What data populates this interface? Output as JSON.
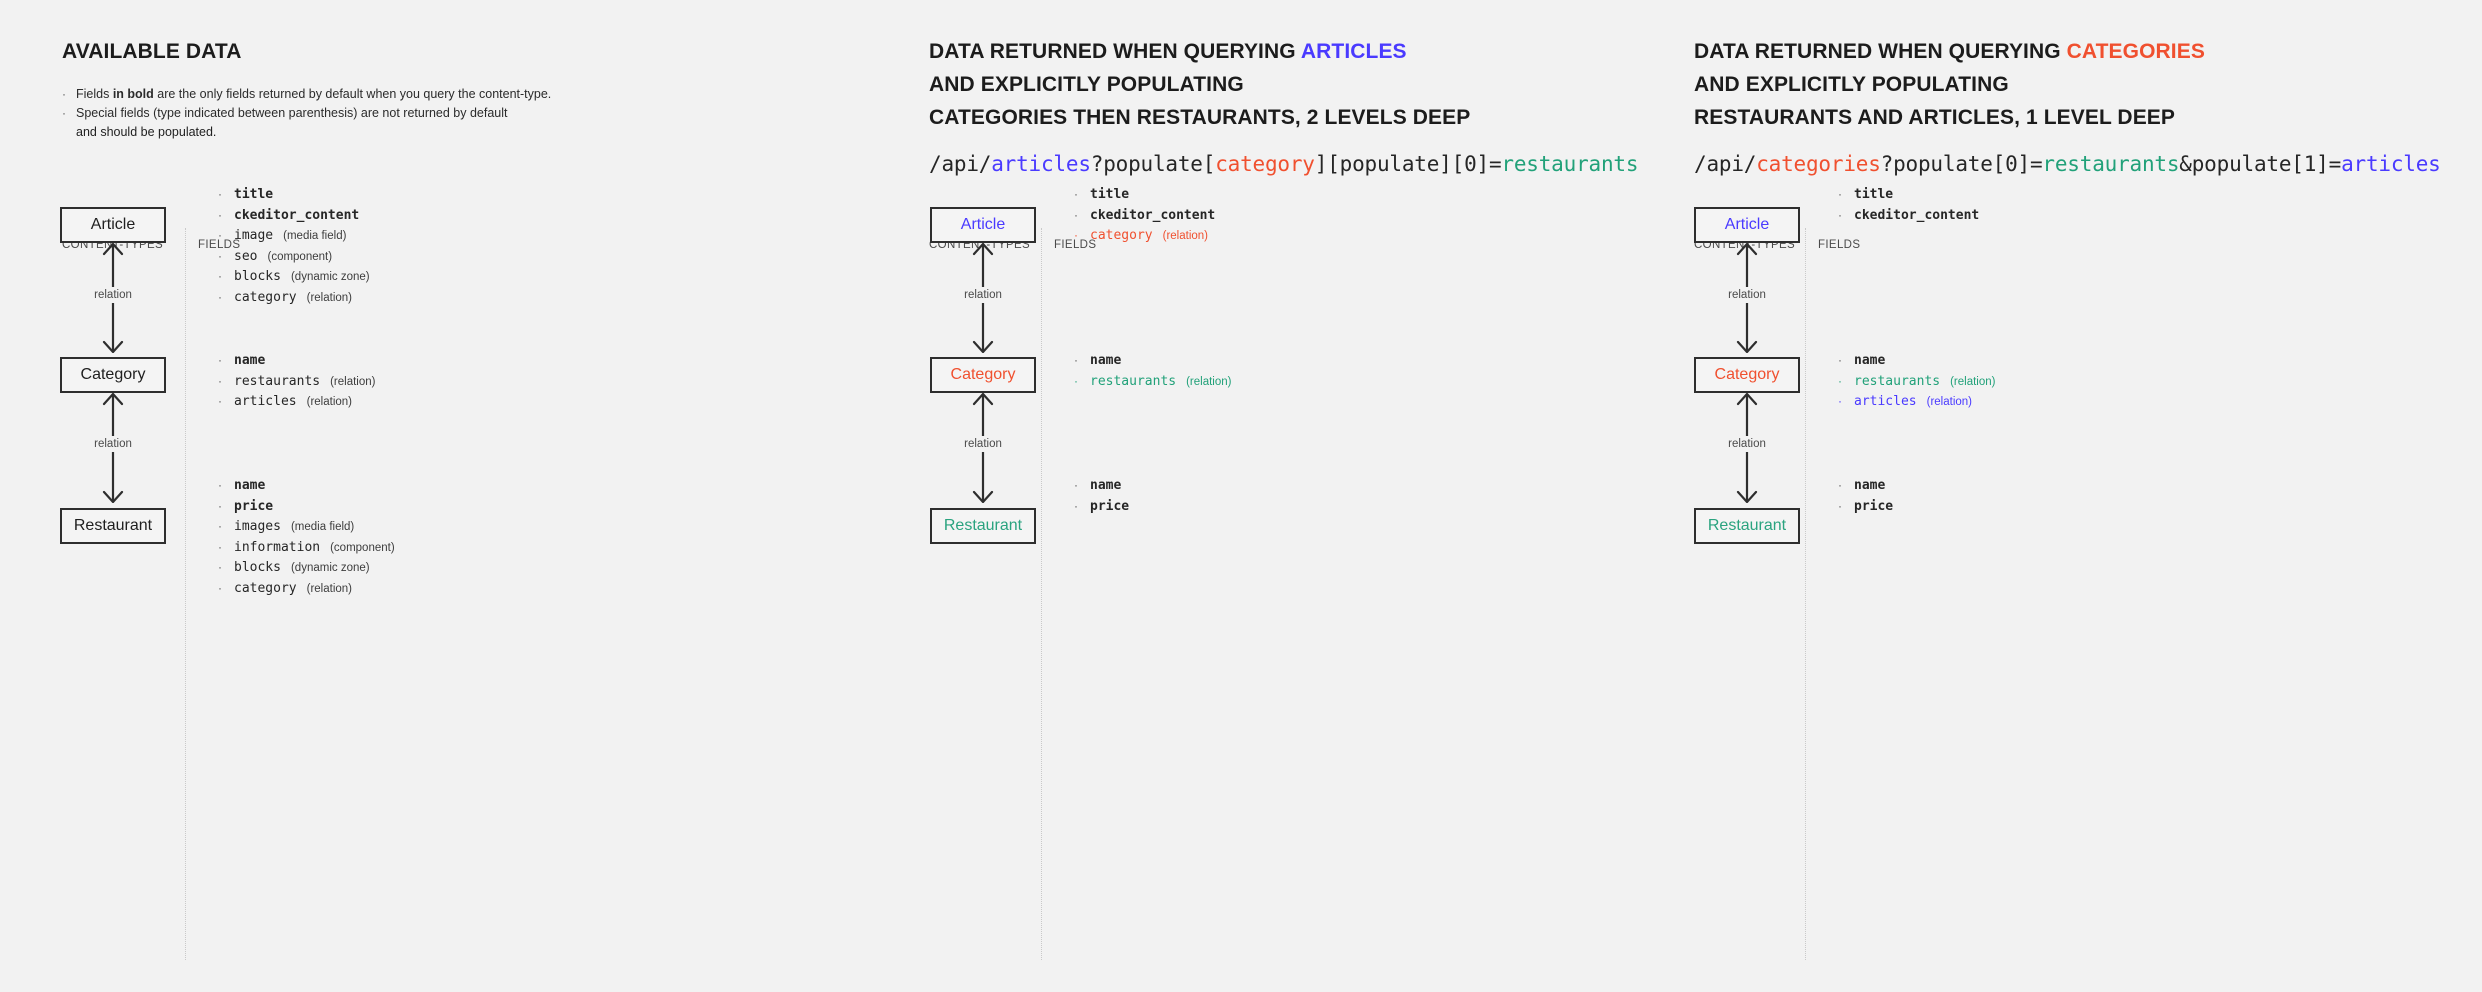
{
  "colors": {
    "background": "#f2f2f2",
    "blue": "#4a3aff",
    "red": "#f0502f",
    "teal": "#21a179",
    "ink": "#1f1f1f"
  },
  "panels": [
    {
      "id": "available-data",
      "heading": {
        "lines": [
          {
            "plain": "AVAILABLE DATA",
            "accent": "",
            "accent_color": ""
          }
        ]
      },
      "notes": [
        {
          "lead": "Fields ",
          "bold": "in bold",
          "tail": " are the only fields returned by default when you query the content-type."
        },
        {
          "lead": "Special fields (type indicated between parenthesis) are not returned by default",
          "bold": "",
          "tail": ""
        }
      ],
      "note_continuation": "and should be populated.",
      "api_url": null,
      "captions": {
        "content_types": "CONTENT-TYPES",
        "fields": "FIELDS"
      },
      "nodes": [
        {
          "label": "Article",
          "color": "ink"
        },
        {
          "label": "Category",
          "color": "ink"
        },
        {
          "label": "Restaurant",
          "color": "ink"
        }
      ],
      "edges": [
        {
          "label": "relation"
        },
        {
          "label": "relation"
        }
      ],
      "field_groups": [
        {
          "for": "Article",
          "fields": [
            {
              "name": "title",
              "type": "",
              "bold": true,
              "color": ""
            },
            {
              "name": "ckeditor_content",
              "type": "",
              "bold": true,
              "color": ""
            },
            {
              "name": "image",
              "type": "(media field)",
              "bold": false,
              "color": ""
            },
            {
              "name": "seo",
              "type": "(component)",
              "bold": false,
              "color": ""
            },
            {
              "name": "blocks",
              "type": "(dynamic zone)",
              "bold": false,
              "color": ""
            },
            {
              "name": "category",
              "type": "(relation)",
              "bold": false,
              "color": ""
            }
          ]
        },
        {
          "for": "Category",
          "fields": [
            {
              "name": "name",
              "type": "",
              "bold": true,
              "color": ""
            },
            {
              "name": "restaurants",
              "type": "(relation)",
              "bold": false,
              "color": ""
            },
            {
              "name": "articles",
              "type": "(relation)",
              "bold": false,
              "color": ""
            }
          ]
        },
        {
          "for": "Restaurant",
          "fields": [
            {
              "name": "name",
              "type": "",
              "bold": true,
              "color": ""
            },
            {
              "name": "price",
              "type": "",
              "bold": true,
              "color": ""
            },
            {
              "name": "images",
              "type": "(media field)",
              "bold": false,
              "color": ""
            },
            {
              "name": "information",
              "type": "(component)",
              "bold": false,
              "color": ""
            },
            {
              "name": "blocks",
              "type": "(dynamic zone)",
              "bold": false,
              "color": ""
            },
            {
              "name": "category",
              "type": "(relation)",
              "bold": false,
              "color": ""
            }
          ]
        }
      ]
    },
    {
      "id": "query-articles",
      "heading": {
        "lines": [
          {
            "plain": "DATA RETURNED WHEN QUERYING ",
            "accent": "ARTICLES",
            "accent_color": "blue"
          },
          {
            "plain": "AND EXPLICITLY POPULATING",
            "accent": "",
            "accent_color": ""
          },
          {
            "plain": "CATEGORIES THEN RESTAURANTS, 2 LEVELS DEEP",
            "accent": "",
            "accent_color": ""
          }
        ]
      },
      "notes": [],
      "note_continuation": "",
      "api_url": [
        {
          "text": "/api/",
          "color": ""
        },
        {
          "text": "articles",
          "color": "blue"
        },
        {
          "text": "?populate[",
          "color": ""
        },
        {
          "text": "category",
          "color": "red"
        },
        {
          "text": "][populate][0]=",
          "color": ""
        },
        {
          "text": "restaurants",
          "color": "teal"
        }
      ],
      "captions": {
        "content_types": "CONTENT-TYPES",
        "fields": "FIELDS"
      },
      "nodes": [
        {
          "label": "Article",
          "color": "blue"
        },
        {
          "label": "Category",
          "color": "red"
        },
        {
          "label": "Restaurant",
          "color": "teal"
        }
      ],
      "edges": [
        {
          "label": "relation"
        },
        {
          "label": "relation"
        }
      ],
      "field_groups": [
        {
          "for": "Article",
          "fields": [
            {
              "name": "title",
              "type": "",
              "bold": true,
              "color": ""
            },
            {
              "name": "ckeditor_content",
              "type": "",
              "bold": true,
              "color": ""
            },
            {
              "name": "category",
              "type": "(relation)",
              "bold": false,
              "color": "red"
            }
          ]
        },
        {
          "for": "Category",
          "fields": [
            {
              "name": "name",
              "type": "",
              "bold": true,
              "color": ""
            },
            {
              "name": "restaurants",
              "type": "(relation)",
              "bold": false,
              "color": "teal"
            }
          ]
        },
        {
          "for": "Restaurant",
          "fields": [
            {
              "name": "name",
              "type": "",
              "bold": true,
              "color": ""
            },
            {
              "name": "price",
              "type": "",
              "bold": true,
              "color": ""
            }
          ]
        }
      ]
    },
    {
      "id": "query-categories",
      "heading": {
        "lines": [
          {
            "plain": "DATA RETURNED WHEN QUERYING ",
            "accent": "CATEGORIES",
            "accent_color": "red"
          },
          {
            "plain": "AND EXPLICITLY POPULATING",
            "accent": "",
            "accent_color": ""
          },
          {
            "plain": "RESTAURANTS AND ARTICLES, 1 LEVEL DEEP",
            "accent": "",
            "accent_color": ""
          }
        ]
      },
      "notes": [],
      "note_continuation": "",
      "api_url": [
        {
          "text": "/api/",
          "color": ""
        },
        {
          "text": "categories",
          "color": "red"
        },
        {
          "text": "?populate[0]=",
          "color": ""
        },
        {
          "text": "restaurants",
          "color": "teal"
        },
        {
          "text": "&populate[1]=",
          "color": ""
        },
        {
          "text": "articles",
          "color": "blue"
        }
      ],
      "captions": {
        "content_types": "CONTENT-TYPES",
        "fields": "FIELDS"
      },
      "nodes": [
        {
          "label": "Article",
          "color": "blue"
        },
        {
          "label": "Category",
          "color": "red"
        },
        {
          "label": "Restaurant",
          "color": "teal"
        }
      ],
      "edges": [
        {
          "label": "relation"
        },
        {
          "label": "relation"
        }
      ],
      "field_groups": [
        {
          "for": "Article",
          "fields": [
            {
              "name": "title",
              "type": "",
              "bold": true,
              "color": ""
            },
            {
              "name": "ckeditor_content",
              "type": "",
              "bold": true,
              "color": ""
            }
          ]
        },
        {
          "for": "Category",
          "fields": [
            {
              "name": "name",
              "type": "",
              "bold": true,
              "color": ""
            },
            {
              "name": "restaurants",
              "type": "(relation)",
              "bold": false,
              "color": "teal"
            },
            {
              "name": "articles",
              "type": "(relation)",
              "bold": false,
              "color": "blue"
            }
          ]
        },
        {
          "for": "Restaurant",
          "fields": [
            {
              "name": "name",
              "type": "",
              "bold": true,
              "color": ""
            },
            {
              "name": "price",
              "type": "",
              "bold": true,
              "color": ""
            }
          ]
        }
      ]
    }
  ]
}
